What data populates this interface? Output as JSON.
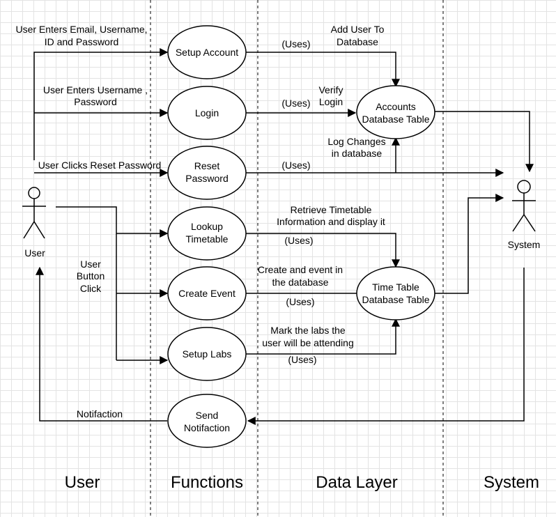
{
  "lanes": {
    "user": "User",
    "functions": "Functions",
    "data_layer": "Data Layer",
    "system": "System"
  },
  "actors": {
    "user": "User",
    "system": "System"
  },
  "use_cases": {
    "setup_account": [
      "Setup Account"
    ],
    "login": [
      "Login"
    ],
    "reset_password": [
      "Reset",
      "Password"
    ],
    "lookup_timetable": [
      "Lookup",
      "Timetable"
    ],
    "create_event": [
      "Create Event"
    ],
    "setup_labs": [
      "Setup Labs"
    ],
    "send_notification": [
      "Send",
      "Notifaction"
    ],
    "accounts_db": [
      "Accounts",
      "Database Table"
    ],
    "timetable_db": [
      "Time Table",
      "Database Table"
    ]
  },
  "edge_labels": {
    "enter_details_1": "User Enters Email, Username,",
    "enter_details_2": "ID and Password",
    "enter_login_1": "User Enters Username ,",
    "enter_login_2": "Password",
    "clicks_reset": "User Clicks Reset Password",
    "button_click_1": "User",
    "button_click_2": "Button",
    "button_click_3": "Click",
    "notification": "Notifaction",
    "uses_1": "(Uses)",
    "uses_2": "(Uses)",
    "uses_3": "(Uses)",
    "uses_4": "(Uses)",
    "uses_5": "(Uses)",
    "uses_6": "(Uses)",
    "add_user_1": "Add User To",
    "add_user_2": "Database",
    "verify_1": "Verify",
    "verify_2": "Login",
    "log_changes_1": "Log Changes",
    "log_changes_2": "in database",
    "retrieve_1": "Retrieve Timetable",
    "retrieve_2": "Information and display it",
    "create_1": "Create and event in",
    "create_2": "the database",
    "mark_1": "Mark the labs the",
    "mark_2": "user will be attending"
  }
}
